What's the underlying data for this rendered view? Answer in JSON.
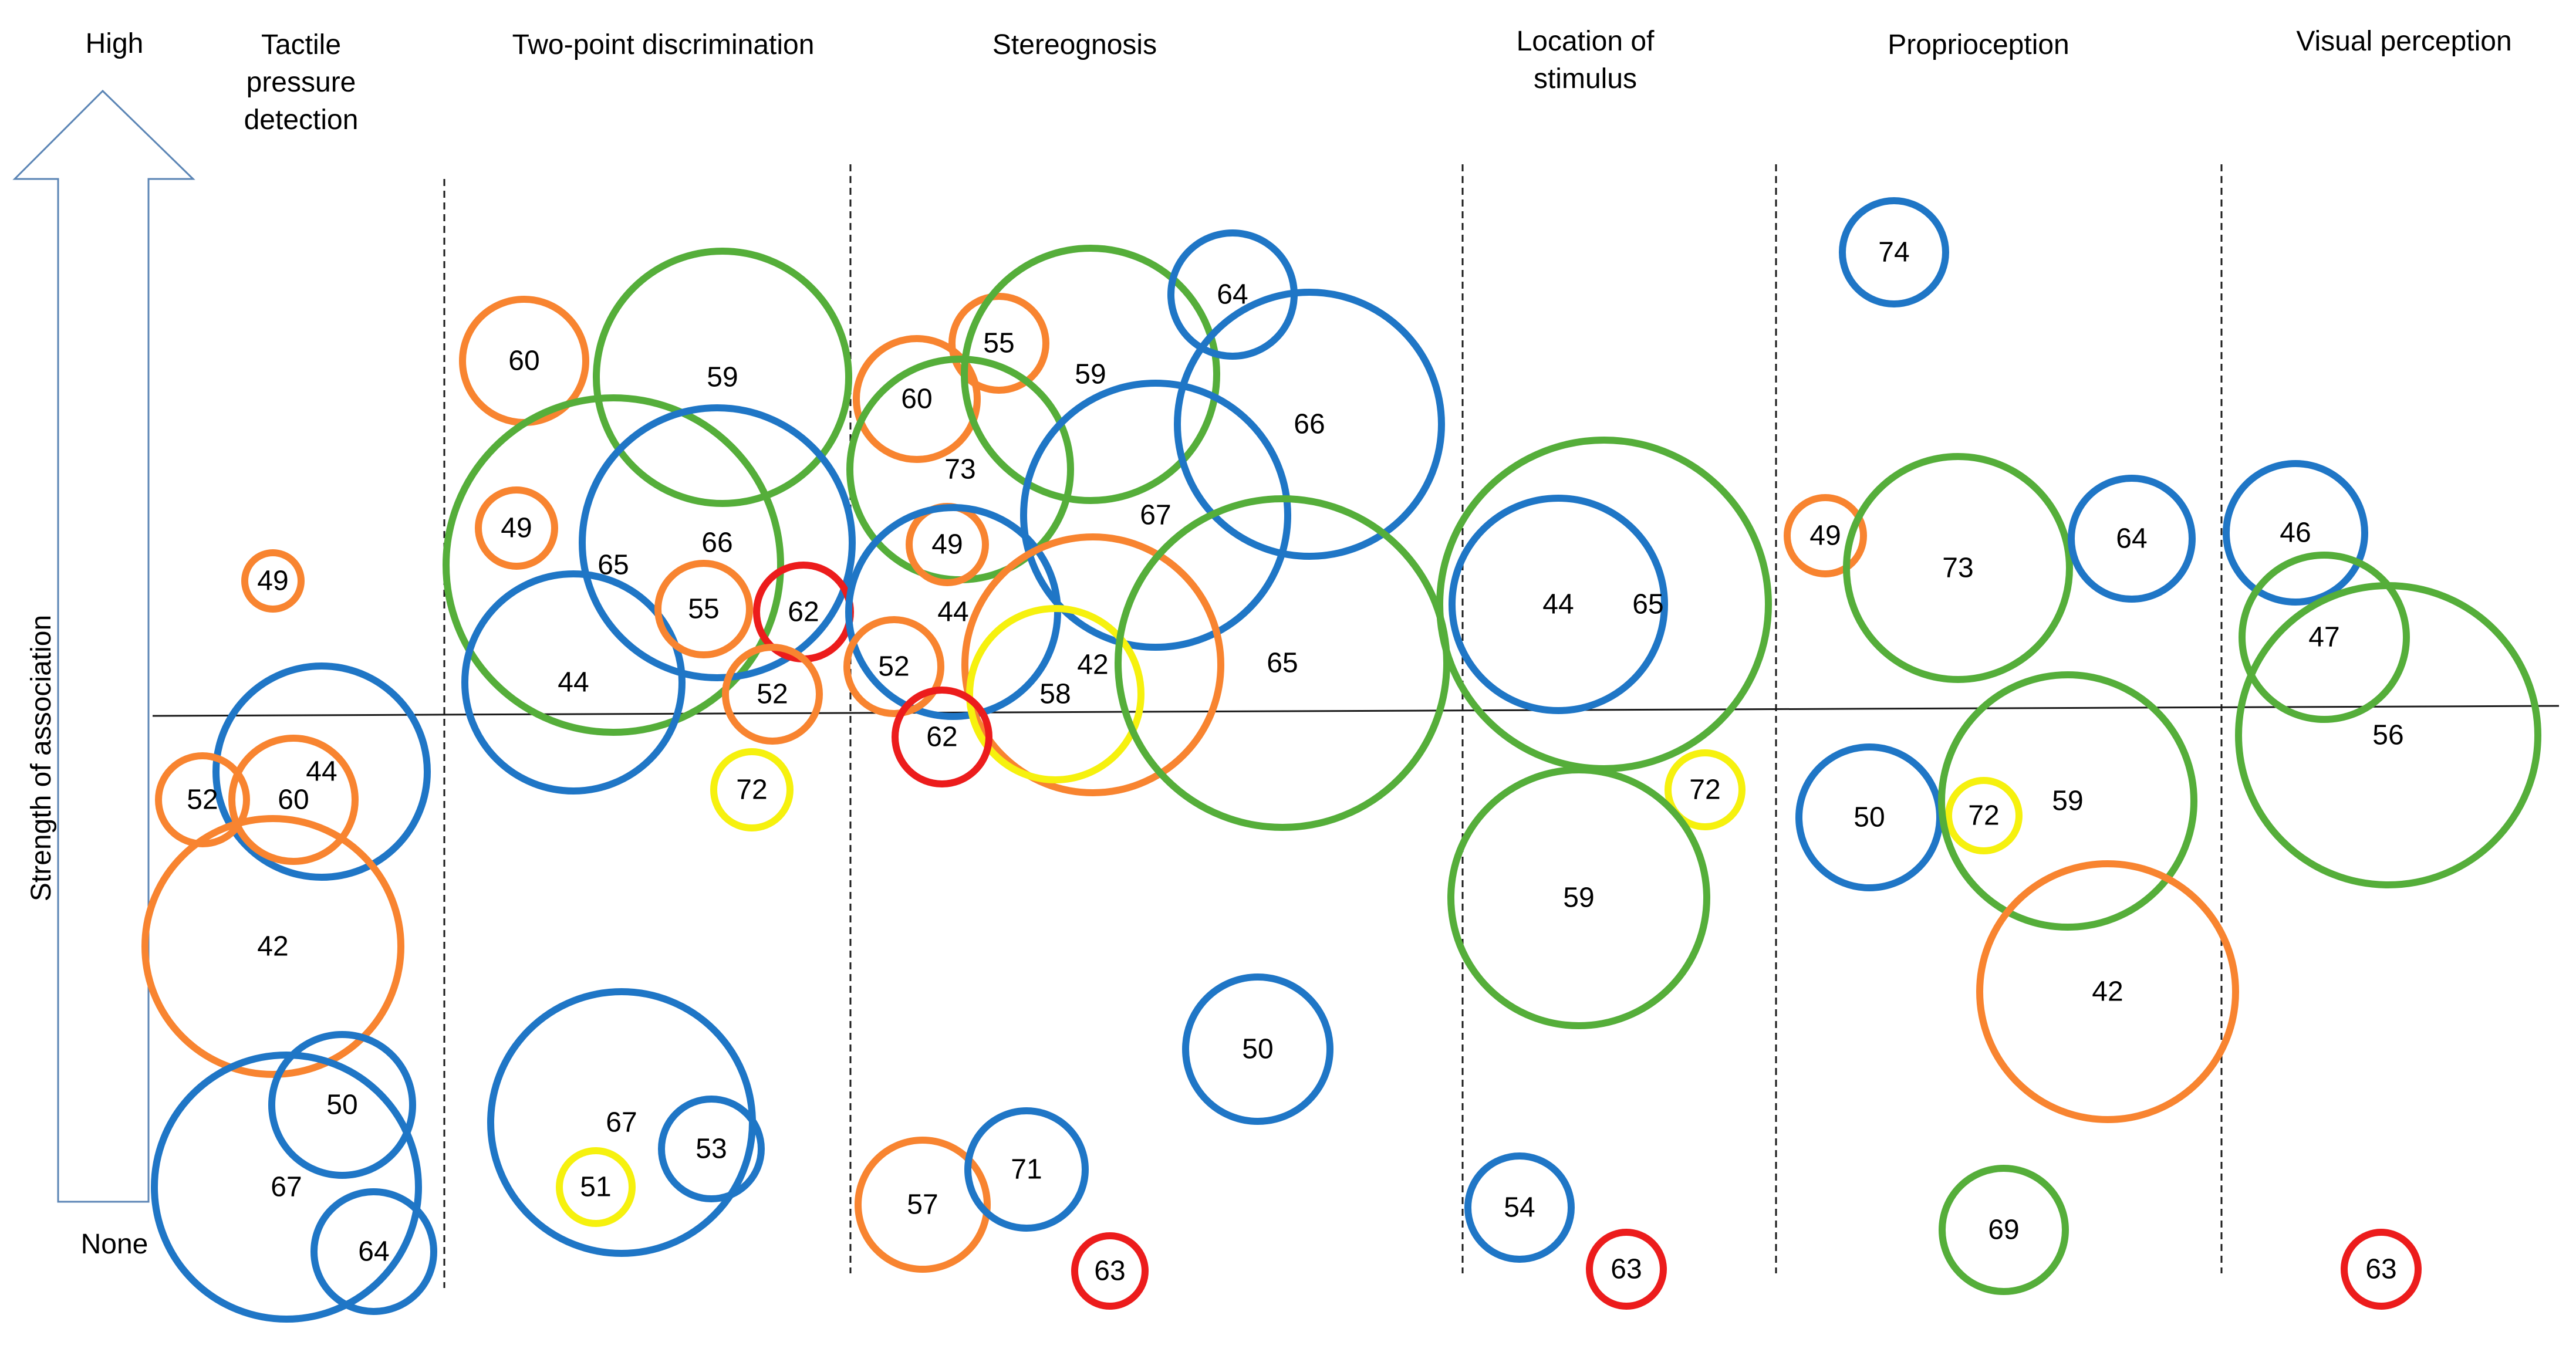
{
  "axis": {
    "high_label": "High",
    "none_label": "None",
    "y_label": "Strength of association"
  },
  "colors": {
    "blue": "#1F76C6",
    "green": "#55AE3A",
    "orange": "#F88430",
    "red": "#EC1C1C",
    "yellow": "#F6F10E",
    "arrow": "#5B85B5",
    "line": "#1a1a1a"
  },
  "columns": [
    {
      "id": "tactile",
      "title_lines": [
        "Tactile",
        "pressure",
        "detection"
      ]
    },
    {
      "id": "two-point",
      "title_lines": [
        "Two-point  discrimination"
      ]
    },
    {
      "id": "stereognosis",
      "title_lines": [
        "Stereognosis"
      ]
    },
    {
      "id": "location",
      "title_lines": [
        "Location of",
        "stimulus"
      ]
    },
    {
      "id": "proprioception",
      "title_lines": [
        "Proprioception"
      ]
    },
    {
      "id": "visual",
      "title_lines": [
        "Visual perception"
      ]
    }
  ],
  "bubbles": {
    "tactile": [
      {
        "label": "49",
        "color": "orange"
      },
      {
        "label": "44",
        "color": "blue"
      },
      {
        "label": "52",
        "color": "orange"
      },
      {
        "label": "60",
        "color": "orange"
      },
      {
        "label": "42",
        "color": "orange"
      },
      {
        "label": "50",
        "color": "blue"
      },
      {
        "label": "67",
        "color": "blue"
      },
      {
        "label": "64",
        "color": "blue"
      }
    ],
    "two-point": [
      {
        "label": "60",
        "color": "orange"
      },
      {
        "label": "59",
        "color": "green"
      },
      {
        "label": "49",
        "color": "orange"
      },
      {
        "label": "65",
        "color": "green"
      },
      {
        "label": "66",
        "color": "blue"
      },
      {
        "label": "44",
        "color": "blue"
      },
      {
        "label": "55",
        "color": "orange"
      },
      {
        "label": "62",
        "color": "red"
      },
      {
        "label": "52",
        "color": "orange"
      },
      {
        "label": "72",
        "color": "yellow"
      },
      {
        "label": "67",
        "color": "blue"
      },
      {
        "label": "51",
        "color": "yellow"
      },
      {
        "label": "53",
        "color": "blue"
      }
    ],
    "stereognosis": [
      {
        "label": "55",
        "color": "orange"
      },
      {
        "label": "60",
        "color": "orange"
      },
      {
        "label": "59",
        "color": "green"
      },
      {
        "label": "64",
        "color": "blue"
      },
      {
        "label": "66",
        "color": "blue"
      },
      {
        "label": "73",
        "color": "green"
      },
      {
        "label": "67",
        "color": "blue"
      },
      {
        "label": "49",
        "color": "orange"
      },
      {
        "label": "44",
        "color": "blue"
      },
      {
        "label": "52",
        "color": "orange"
      },
      {
        "label": "42",
        "color": "orange"
      },
      {
        "label": "58",
        "color": "yellow"
      },
      {
        "label": "65",
        "color": "green"
      },
      {
        "label": "62",
        "color": "red"
      },
      {
        "label": "50",
        "color": "blue"
      },
      {
        "label": "57",
        "color": "orange"
      },
      {
        "label": "71",
        "color": "blue"
      },
      {
        "label": "63",
        "color": "red"
      }
    ],
    "location": [
      {
        "label": "44",
        "color": "blue"
      },
      {
        "label": "65",
        "color": "green"
      },
      {
        "label": "72",
        "color": "yellow"
      },
      {
        "label": "59",
        "color": "green"
      },
      {
        "label": "54",
        "color": "blue"
      },
      {
        "label": "63",
        "color": "red"
      }
    ],
    "proprioception": [
      {
        "label": "74",
        "color": "blue"
      },
      {
        "label": "49",
        "color": "orange"
      },
      {
        "label": "73",
        "color": "green"
      },
      {
        "label": "64",
        "color": "blue"
      },
      {
        "label": "50",
        "color": "blue"
      },
      {
        "label": "72",
        "color": "yellow"
      },
      {
        "label": "59",
        "color": "green"
      },
      {
        "label": "42",
        "color": "orange"
      },
      {
        "label": "69",
        "color": "green"
      }
    ],
    "visual": [
      {
        "label": "46",
        "color": "blue"
      },
      {
        "label": "47",
        "color": "green"
      },
      {
        "label": "56",
        "color": "green"
      },
      {
        "label": "63",
        "color": "red"
      }
    ]
  }
}
